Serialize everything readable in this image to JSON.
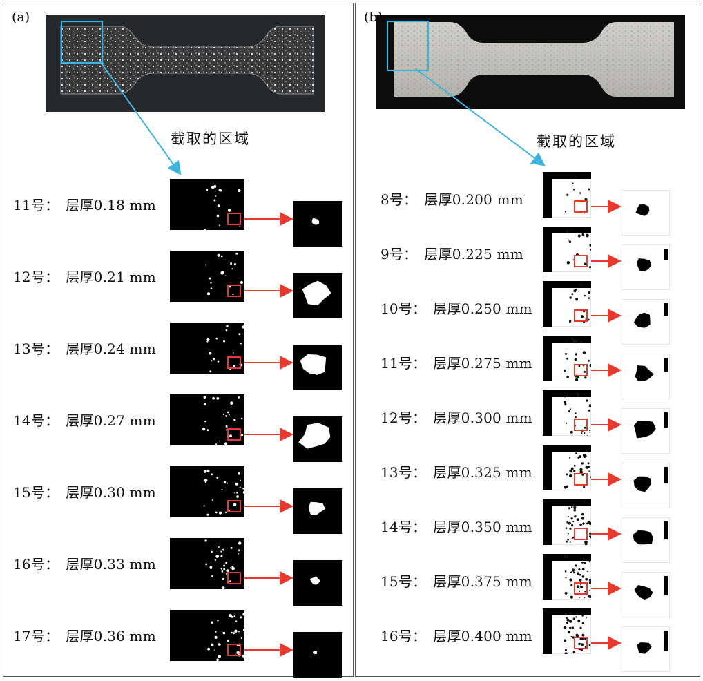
{
  "panels": [
    {
      "label": "(a)",
      "region_label": "截取的区域",
      "theme": "dark",
      "rows": [
        {
          "id": "11号",
          "text": "层厚0.18 mm"
        },
        {
          "id": "12号",
          "text": "层厚0.21 mm"
        },
        {
          "id": "13号",
          "text": "层厚0.24 mm"
        },
        {
          "id": "14号",
          "text": "层厚0.27 mm"
        },
        {
          "id": "15号",
          "text": "层厚0.30 mm"
        },
        {
          "id": "16号",
          "text": "层厚0.33 mm"
        },
        {
          "id": "17号",
          "text": "层厚0.36 mm"
        }
      ]
    },
    {
      "label": "(b)",
      "region_label": "截取的区域",
      "theme": "light",
      "rows": [
        {
          "id": "8号",
          "text": "层厚0.200 mm"
        },
        {
          "id": "9号",
          "text": "层厚0.225 mm"
        },
        {
          "id": "10号",
          "text": "层厚0.250 mm"
        },
        {
          "id": "11号",
          "text": "层厚0.275 mm"
        },
        {
          "id": "12号",
          "text": "层厚0.300 mm"
        },
        {
          "id": "13号",
          "text": "层厚0.325 mm"
        },
        {
          "id": "14号",
          "text": "层厚0.350 mm"
        },
        {
          "id": "15号",
          "text": "层厚0.375 mm"
        },
        {
          "id": "16号",
          "text": "层厚0.400 mm"
        }
      ]
    }
  ],
  "colors": {
    "highlight_box": "#3fb4e0",
    "pointer_arrow": "#e63a2e",
    "border": "#555555"
  }
}
